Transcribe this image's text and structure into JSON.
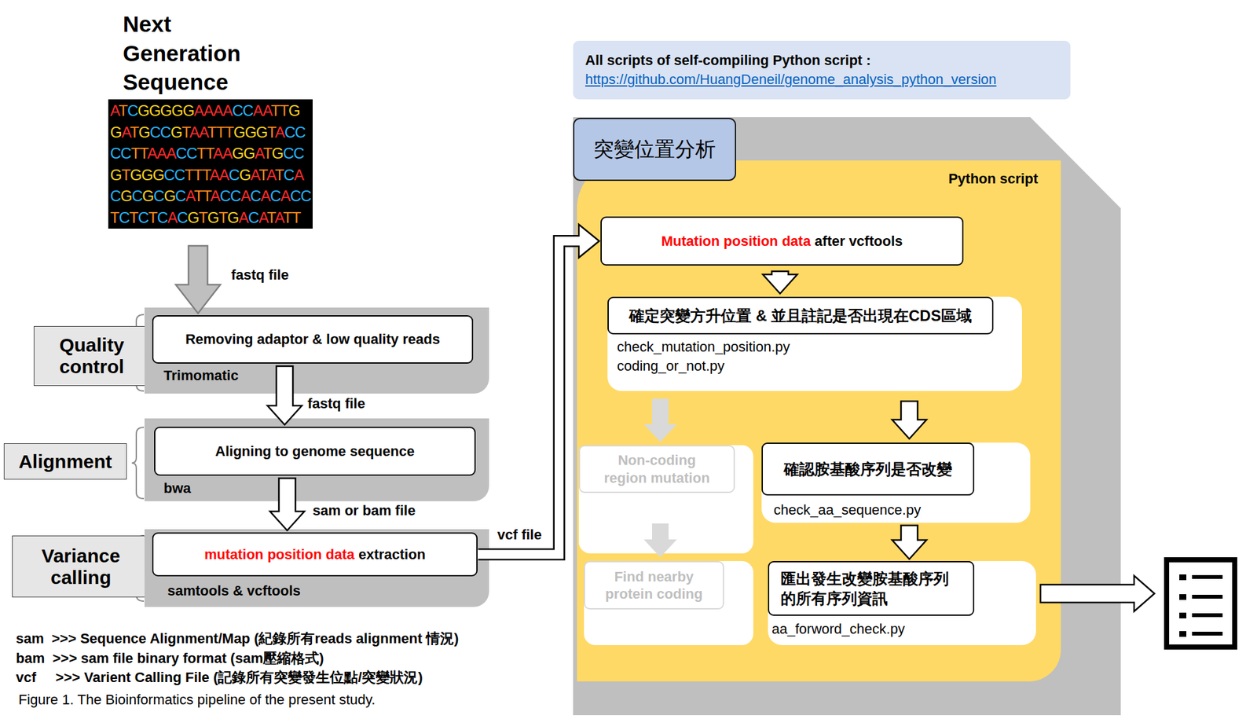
{
  "diagram": {
    "caption": "Figure 1. The Bioinformatics pipeline of the present study.",
    "nodes": [
      {
        "text": [
          "Next Generation Sequence",
          "ATCGGGGGAAAACCAATTG",
          "GATGCCGTAATTTGGGTACC",
          "CCTTAAACCTTAAGGATGCC",
          "GTGGGCCTTTAACGATATCA",
          "CGCGCGCATTACCACACACC",
          "TCTCTCACGTGTGACATATT"
        ]
      },
      {
        "text": [
          "Quality control"
        ]
      },
      {
        "text": [
          "Trimomatic"
        ]
      },
      {
        "text": [
          "Removing adaptor & low quality reads"
        ],
        "in": 2
      },
      {
        "text": [
          "Alignment"
        ]
      },
      {
        "text": [
          "bwa"
        ]
      },
      {
        "text": [
          "Aligning to genome sequence"
        ],
        "in": 5
      },
      {
        "text": [
          "Variance calling"
        ]
      },
      {
        "text": [
          "samtools & vcftools"
        ]
      },
      {
        "text": [
          "mutation position data",
          "extraction"
        ],
        "in": 8
      },
      {
        "text": [
          "All scripts of self-compiling Python script :",
          "https://github.com/HuangDeneil/genome_analysis_python_version"
        ]
      },
      {
        "text": [
          "突變位置分析"
        ]
      },
      {
        "text": [
          "Python script"
        ]
      },
      {
        "text": [
          "Mutation position data",
          "after vcftools"
        ],
        "in": 12
      },
      {
        "text": [
          "check_mutation_position.py",
          "coding_or_not.py"
        ],
        "in": 12
      },
      {
        "text": [
          "確定突變方升位置 & 並且註記是否出現在CDS區域"
        ],
        "in": 14
      },
      {
        "text": [
          "Non-coding region mutation"
        ],
        "in": 12
      },
      {
        "text": [
          "check_aa_sequence.py"
        ],
        "in": 12
      },
      {
        "text": [
          "確認胺基酸序列是否改變"
        ],
        "in": 17
      },
      {
        "text": [
          "Find nearby protein coding"
        ],
        "in": 12
      },
      {
        "text": [
          "aa_forword_check.py"
        ],
        "in": 12
      },
      {
        "text": [
          "匯出發生改變胺基酸序列的所有序列資訊"
        ],
        "in": 20
      }
    ],
    "edges": [
      {
        "from": 0,
        "to": 3,
        "label": "fastq file",
        "arrow": "to"
      },
      {
        "from": 3,
        "to": 6,
        "label": "fastq file",
        "arrow": "to"
      },
      {
        "from": 6,
        "to": 9,
        "label": "sam or bam file",
        "arrow": "to"
      },
      {
        "from": 9,
        "to": 13,
        "label": "vcf file",
        "arrow": "to"
      },
      {
        "from": 13,
        "to": 15,
        "arrow": "to"
      },
      {
        "from": 14,
        "to": 16,
        "arrow": "to"
      },
      {
        "from": 16,
        "to": 19,
        "arrow": "to"
      },
      {
        "from": 14,
        "to": 18,
        "arrow": "to"
      },
      {
        "from": 17,
        "to": 21,
        "arrow": "to"
      }
    ],
    "labels": [
      "sam  >>> Sequence Alignment/Map (紀錄所有reads alignment 情況)",
      "bam  >>> sam file binary format (sam壓縮格式)",
      "vcf     >>> Varient Calling File (記錄所有突變發生位點/突變狀況)"
    ]
  }
}
